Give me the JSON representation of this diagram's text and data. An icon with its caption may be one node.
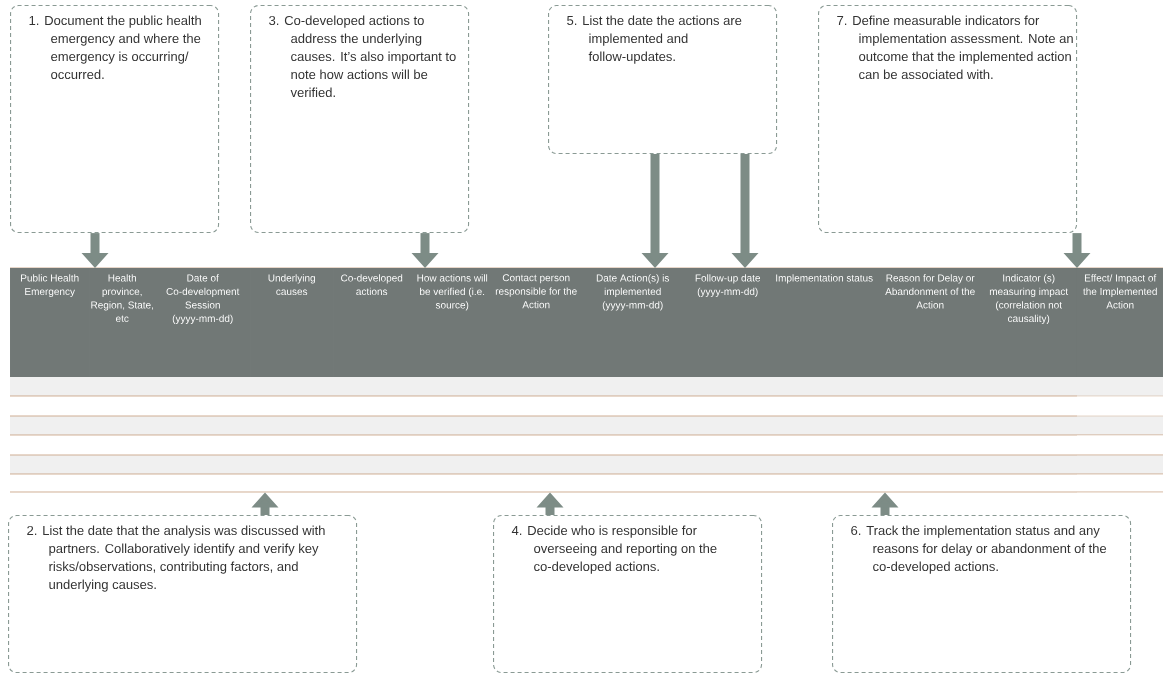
{
  "diagram": {
    "nodes": [
      {
        "text": [
          "1. Document the public health emergency and where the emergency is occurring/ occurred."
        ]
      },
      {
        "text": [
          "3. Co-developed actions to address the underlying causes. It’s also important to note how actions will be verified."
        ]
      },
      {
        "text": [
          "5. List the date the actions are implemented and follow-updates."
        ]
      },
      {
        "text": [
          "7. Define measurable indicators for implementation assessment. Note an outcome that the implemented action can be associated with."
        ]
      },
      {
        "text": [
          "Public Health Emergency"
        ]
      },
      {
        "text": [
          "Health province, Region, State, etc"
        ]
      },
      {
        "text": [
          "Date of Co-development Session (yyyy-mm-dd)"
        ]
      },
      {
        "text": [
          "Underlying causes"
        ]
      },
      {
        "text": [
          "Co-developed actions"
        ]
      },
      {
        "text": [
          "How actions will be verified (i.e. source)"
        ]
      },
      {
        "text": [
          "Contact person responsible for the Action"
        ]
      },
      {
        "text": [
          "Date Action(s) is implemented (yyyy-mm-dd)"
        ]
      },
      {
        "text": [
          "Follow-up date (yyyy-mm-dd)"
        ]
      },
      {
        "text": [
          "Implementation status"
        ]
      },
      {
        "text": [
          "Reason for Delay or Abandonment of the Action"
        ]
      },
      {
        "text": [
          "Indicator (s) measuring impact (correlation not causality)"
        ]
      },
      {
        "text": [
          "Effect/ Impact of the Implemented Action"
        ]
      },
      {
        "text": [
          "2. List the date that the analysis was discussed with partners. Collaboratively identify and verify key risks/observations, contributing factors, and underlying causes."
        ]
      },
      {
        "text": [
          "4. Decide who is responsible for overseeing and reporting on the co-developed actions."
        ]
      },
      {
        "text": [
          "6. Track the implementation status and any reasons for delay or abandonment of the co-developed actions."
        ]
      }
    ],
    "edges": [
      {
        "from": 0,
        "to": 5,
        "arrow": "to"
      },
      {
        "from": 1,
        "to": 9,
        "arrow": "to"
      },
      {
        "from": 2,
        "to": 11,
        "arrow": "to"
      },
      {
        "from": 2,
        "to": 12,
        "arrow": "to"
      },
      {
        "from": 3,
        "to": 16,
        "arrow": "to"
      },
      {
        "from": 17,
        "to": 7,
        "arrow": "to"
      },
      {
        "from": 18,
        "to": 10,
        "arrow": "to"
      },
      {
        "from": 19,
        "to": 14,
        "arrow": "to"
      }
    ]
  }
}
